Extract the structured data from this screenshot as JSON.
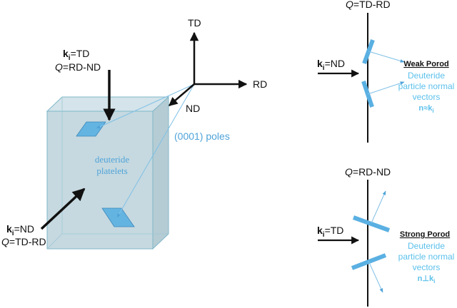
{
  "colors": {
    "text": "#111111",
    "accent_blue": "#4fa3d9",
    "crystal_fill": "#bfd4dc",
    "crystal_edge": "#7fb7c9",
    "platelet": "#5ab0e2"
  },
  "left": {
    "beam_top": {
      "k_letter": "k",
      "k_sub": "i",
      "k_eq": "=TD",
      "q_letter": "Q",
      "q_eq": "=RD-ND"
    },
    "beam_bottom": {
      "k_letter": "k",
      "k_sub": "i",
      "k_eq": "=ND",
      "q_letter": "Q",
      "q_eq": "=TD-RD"
    },
    "platelet_label_1": "deuteride",
    "platelet_label_2": "platelets",
    "poles_label": "(0001) poles",
    "axes": {
      "td": "TD",
      "rd": "RD",
      "nd": "ND"
    }
  },
  "top_right": {
    "q_letter": "Q",
    "q_eq": "=TD-RD",
    "k_letter": "k",
    "k_sub": "i",
    "k_eq": "=ND",
    "title": "Weak Porod",
    "desc_1": "Deuteride",
    "desc_2": "particle normal",
    "desc_3": "vectors",
    "rel_n": "n",
    "rel_sym": "≈",
    "rel_k": "k",
    "rel_sub": "i"
  },
  "bottom_right": {
    "q_letter": "Q",
    "q_eq": "=RD-ND",
    "k_letter": "k",
    "k_sub": "i",
    "k_eq": "=TD",
    "title": "Strong Porod",
    "desc_1": "Deuteride",
    "desc_2": "particle normal",
    "desc_3": "vectors",
    "rel_n": "n",
    "rel_sym": "⊥",
    "rel_k": "k",
    "rel_sub": "i"
  }
}
